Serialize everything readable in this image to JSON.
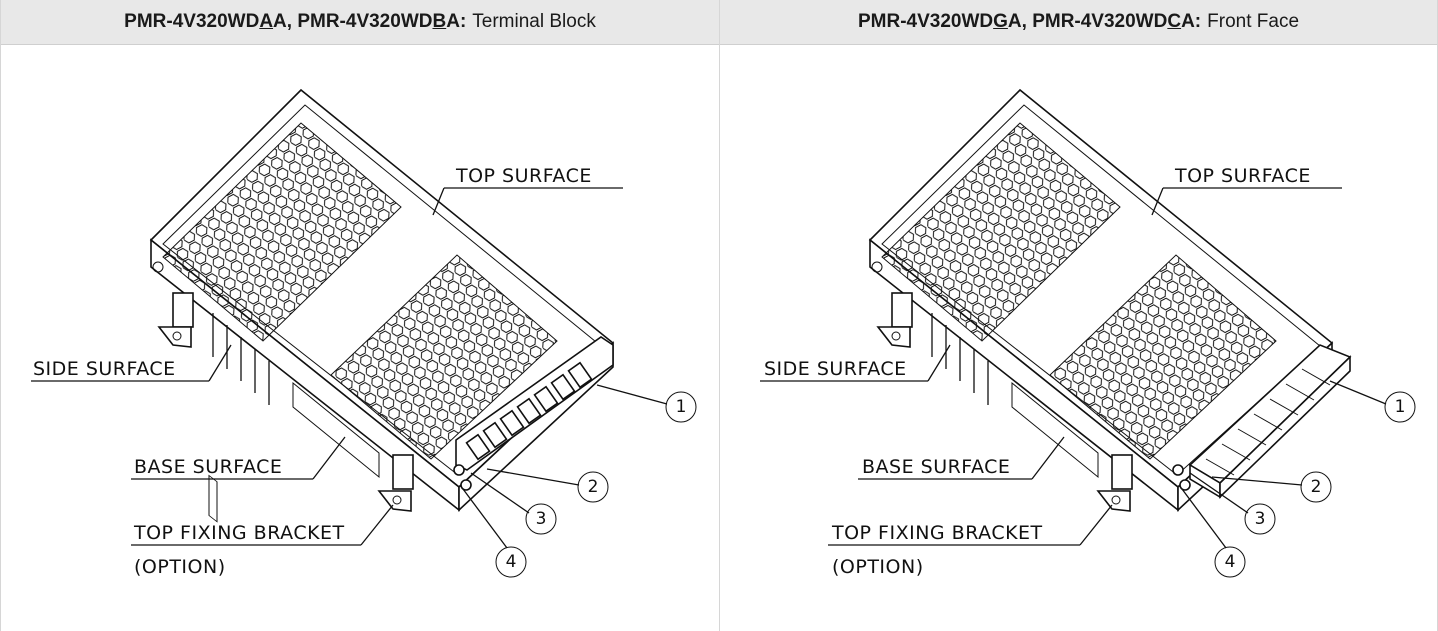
{
  "panels": [
    {
      "header": {
        "model_a_pre": "PMR-4V320WD",
        "model_a_u": "A",
        "model_a_post": "A,",
        "model_b_pre": "PMR-4V320WD",
        "model_b_u": "B",
        "model_b_post": "A:",
        "description": "Terminal Block"
      },
      "labels": {
        "top_surface": "TOP  SURFACE",
        "side_surface": "SIDE  SURFACE",
        "base_surface": "BASE  SURFACE",
        "top_fixing_bracket": "TOP  FIXING  BRACKET",
        "option": "(OPTION)"
      },
      "callouts": [
        "1",
        "2",
        "3",
        "4"
      ]
    },
    {
      "header": {
        "model_a_pre": "PMR-4V320WD",
        "model_a_u": "G",
        "model_a_post": "A,",
        "model_b_pre": "PMR-4V320WD",
        "model_b_u": "C",
        "model_b_post": "A:",
        "description": "Front Face"
      },
      "labels": {
        "top_surface": "TOP  SURFACE",
        "side_surface": "SIDE  SURFACE",
        "base_surface": "BASE  SURFACE",
        "top_fixing_bracket": "TOP  FIXING  BRACKET",
        "option": "(OPTION)"
      },
      "callouts": [
        "1",
        "2",
        "3",
        "4"
      ]
    }
  ]
}
